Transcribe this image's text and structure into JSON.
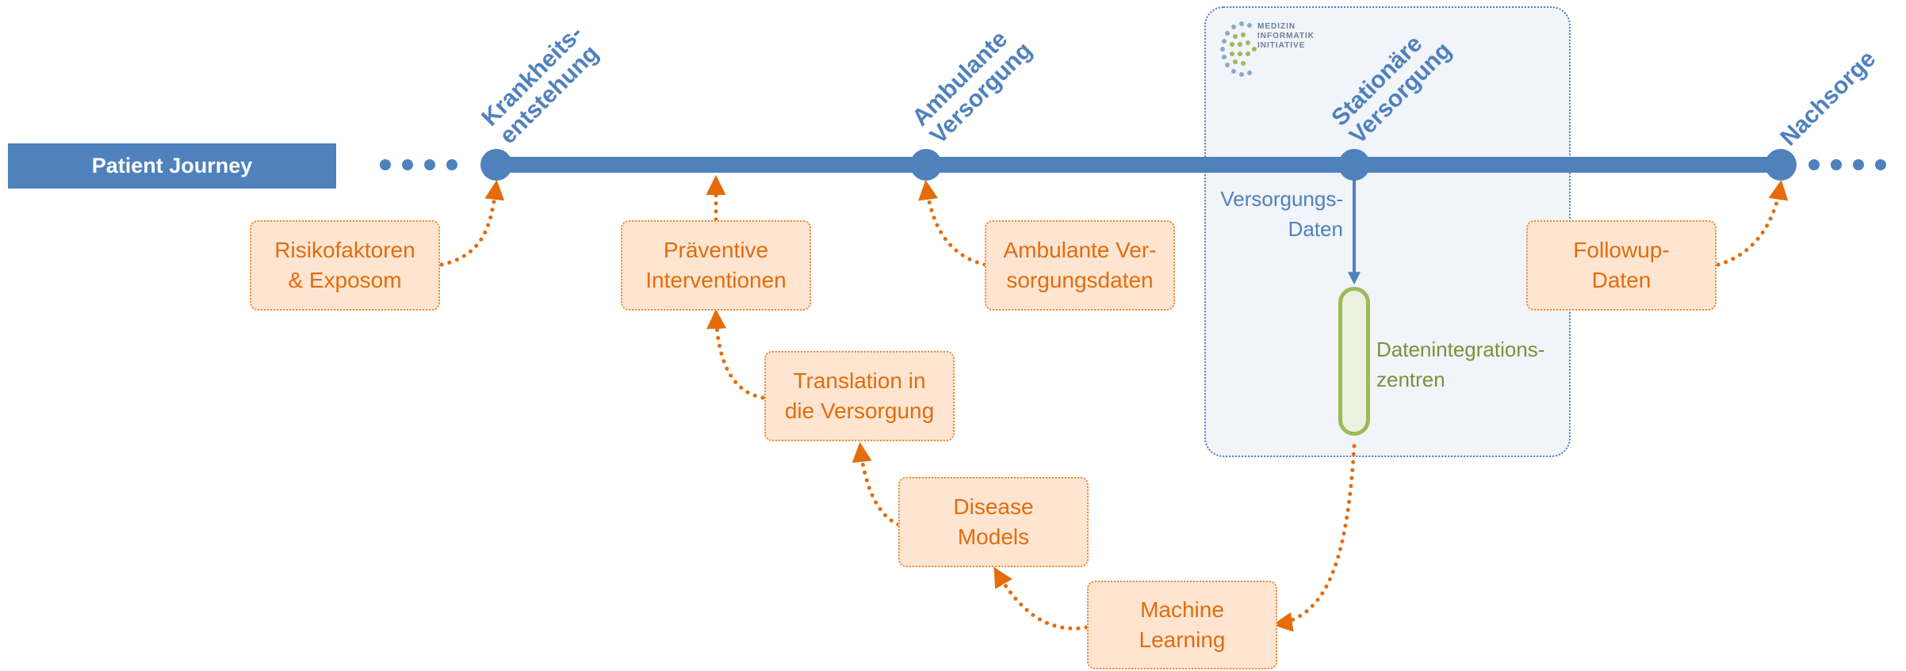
{
  "patient_journey": {
    "label": "Patient Journey"
  },
  "stages": [
    {
      "id": "krankheitsentstehung",
      "lines": [
        "Krankheits-",
        "entstehung"
      ]
    },
    {
      "id": "ambulante-versorgung",
      "lines": [
        "Ambulante",
        "Versorgung"
      ]
    },
    {
      "id": "stationaere-versorgung",
      "lines": [
        "Stationäre",
        "Versorgung"
      ]
    },
    {
      "id": "nachsorge",
      "lines": [
        "Nachsorge"
      ]
    }
  ],
  "boxes": {
    "risikofaktoren": [
      "Risikofaktoren",
      "& Exposom"
    ],
    "praeventive": [
      "Präventive",
      "Interventionen"
    ],
    "ambulante_daten": [
      "Ambulante Ver-",
      "sorgungsdaten"
    ],
    "followup": [
      "Followup-",
      "Daten"
    ],
    "translation": [
      "Translation in",
      "die Versorgung"
    ],
    "disease_models": [
      "Disease",
      "Models"
    ],
    "machine_learning": [
      "Machine",
      "Learning"
    ]
  },
  "versorgungs_daten": [
    "Versorgungs-",
    "Daten"
  ],
  "datenintegrationszentren": [
    "Datenintegrations-",
    "zentren"
  ],
  "mii_logo": [
    "MEDIZIN",
    "INFORMATIK",
    "INITIATIVE"
  ],
  "colors": {
    "timeline": "#4f81bd",
    "orange": "#e46c0a",
    "box_fill": "#fde5d2",
    "green": "#9bbb59",
    "green_text": "#77933c"
  }
}
